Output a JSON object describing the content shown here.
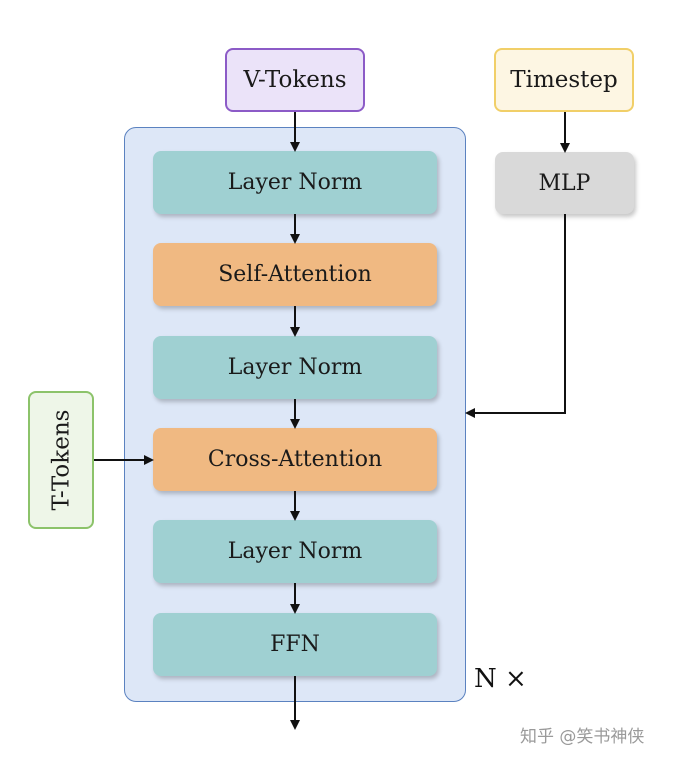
{
  "diagram": {
    "inputs": {
      "v_tokens": "V-Tokens",
      "timestep": "Timestep",
      "t_tokens": "T-Tokens"
    },
    "mlp": "MLP",
    "layers": [
      {
        "label": "Layer Norm",
        "kind": "norm"
      },
      {
        "label": "Self-Attention",
        "kind": "attention"
      },
      {
        "label": "Layer Norm",
        "kind": "norm"
      },
      {
        "label": "Cross-Attention",
        "kind": "attention"
      },
      {
        "label": "Layer Norm",
        "kind": "norm"
      },
      {
        "label": "FFN",
        "kind": "norm"
      }
    ],
    "repeat_label": "N ×"
  },
  "watermark": "知乎 @笑书神侠",
  "colors": {
    "norm_fill": "#9fd0d2",
    "attention_fill": "#f0b982",
    "container_fill": "#dde7f7",
    "container_border": "#5b82c0",
    "v_tokens_border": "#8c5bc7",
    "timestep_border": "#f1cf68",
    "t_tokens_border": "#8cc36a",
    "mlp_fill": "#d9d9d9",
    "arrow": "#111111"
  }
}
